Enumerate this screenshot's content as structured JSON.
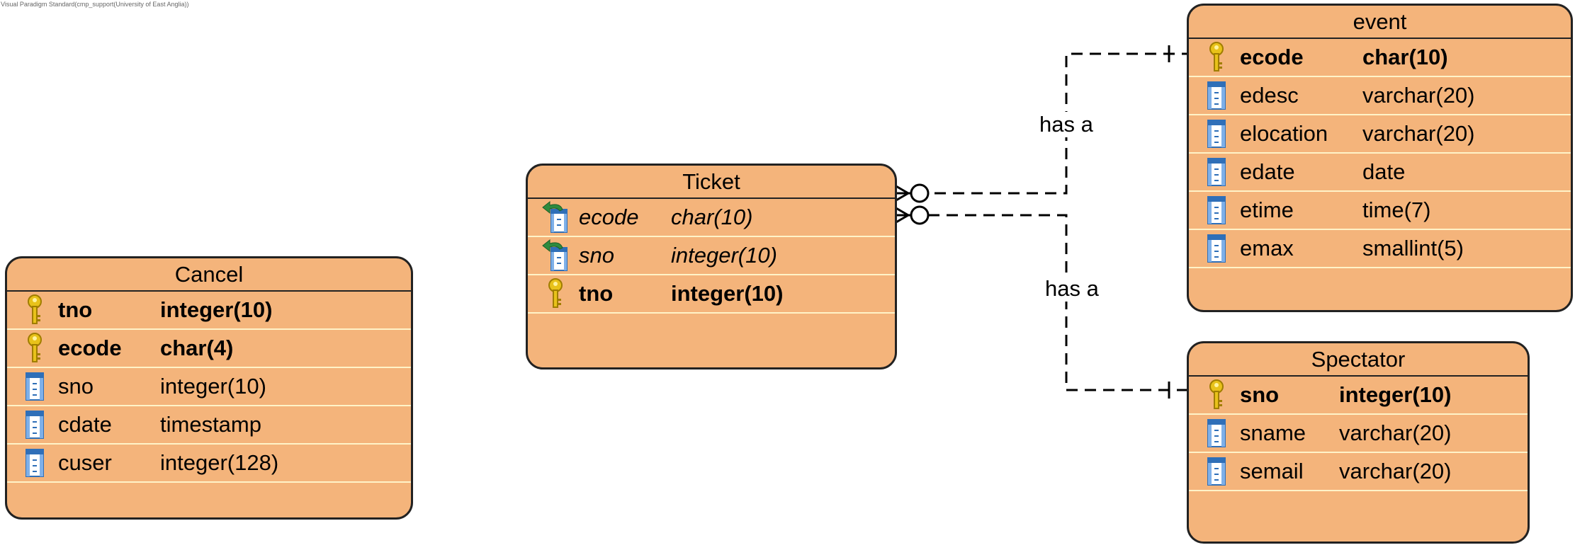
{
  "watermark": "Visual Paradigm Standard(cmp_support(University of East Anglia))",
  "relationships": [
    {
      "from": "Ticket",
      "to": "event",
      "label": "has a"
    },
    {
      "from": "Ticket",
      "to": "Spectator",
      "label": "has a"
    }
  ],
  "entities": {
    "cancel": {
      "title": "Cancel",
      "columns": [
        {
          "icon": "primary-key-icon",
          "name": "tno",
          "type": "integer(10)",
          "style": "bold"
        },
        {
          "icon": "primary-key-icon",
          "name": "ecode",
          "type": "char(4)",
          "style": "bold"
        },
        {
          "icon": "column-icon",
          "name": "sno",
          "type": "integer(10)",
          "style": "normal"
        },
        {
          "icon": "column-icon",
          "name": "cdate",
          "type": "timestamp",
          "style": "normal"
        },
        {
          "icon": "column-icon",
          "name": "cuser",
          "type": "integer(128)",
          "style": "normal"
        }
      ]
    },
    "ticket": {
      "title": "Ticket",
      "columns": [
        {
          "icon": "foreign-key-icon",
          "name": "ecode",
          "type": "char(10)",
          "style": "italic"
        },
        {
          "icon": "foreign-key-icon",
          "name": "sno",
          "type": "integer(10)",
          "style": "italic"
        },
        {
          "icon": "primary-key-icon",
          "name": "tno",
          "type": "integer(10)",
          "style": "bold"
        }
      ]
    },
    "event": {
      "title": "event",
      "columns": [
        {
          "icon": "primary-key-icon",
          "name": "ecode",
          "type": "char(10)",
          "style": "bold"
        },
        {
          "icon": "column-icon",
          "name": "edesc",
          "type": "varchar(20)",
          "style": "normal"
        },
        {
          "icon": "column-icon",
          "name": "elocation",
          "type": "varchar(20)",
          "style": "normal"
        },
        {
          "icon": "column-icon",
          "name": "edate",
          "type": "date",
          "style": "normal"
        },
        {
          "icon": "column-icon",
          "name": "etime",
          "type": "time(7)",
          "style": "normal"
        },
        {
          "icon": "column-icon",
          "name": "emax",
          "type": "smallint(5)",
          "style": "normal"
        }
      ]
    },
    "spectator": {
      "title": "Spectator",
      "columns": [
        {
          "icon": "primary-key-icon",
          "name": "sno",
          "type": "integer(10)",
          "style": "bold"
        },
        {
          "icon": "column-icon",
          "name": "sname",
          "type": "varchar(20)",
          "style": "normal"
        },
        {
          "icon": "column-icon",
          "name": "semail",
          "type": "varchar(20)",
          "style": "normal"
        }
      ]
    }
  },
  "colors": {
    "entity_fill": "#f4b47b",
    "entity_border": "#222222",
    "row_separator": "#fff3c8",
    "key_gold": "#e8c21a",
    "column_blue": "#2f6fb8",
    "fk_arrow_green": "#2e8b3e"
  }
}
